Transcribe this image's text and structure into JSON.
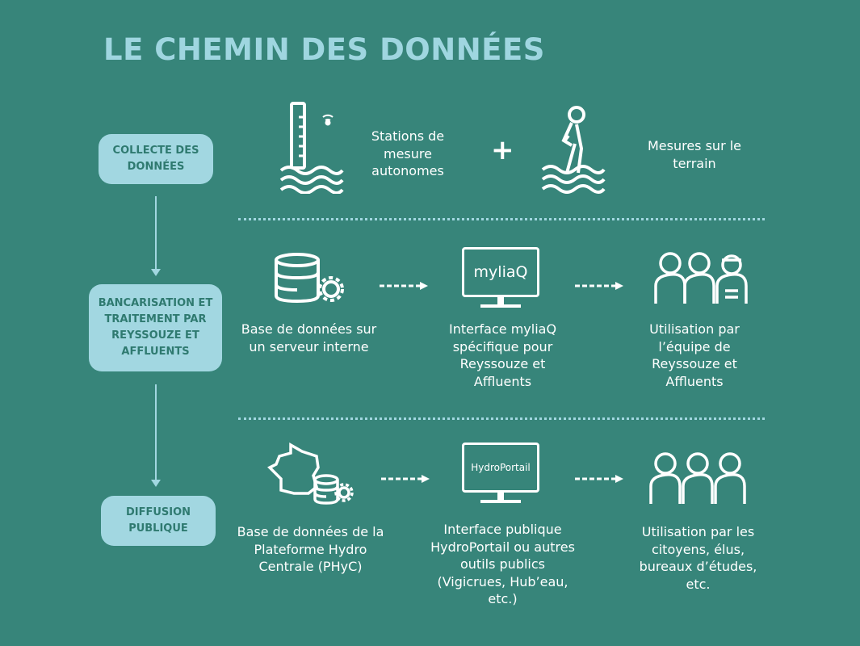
{
  "title": "LE CHEMIN DES DONNÉES",
  "stages": [
    {
      "label": "COLLECTE DES DONNÉES"
    },
    {
      "label": "BANCARISATION ET TRAITEMENT PAR REYSSOUZE ET AFFLUENTS"
    },
    {
      "label": "DIFFUSION PUBLIQUE"
    }
  ],
  "row1": {
    "station_label": "Stations de mesure autonomes",
    "plus": "+",
    "field_label": "Mesures sur le terrain"
  },
  "row2": {
    "db_label": "Base de données sur un serveur interne",
    "screen_text": "myliaQ",
    "interface_label": "Interface myliaQ spécifique pour Reyssouze et Affluents",
    "usage_label": "Utilisation par l’équipe de Reyssouze et Affluents"
  },
  "row3": {
    "db_label": "Base de données de la Plateforme Hydro Centrale (PHyC)",
    "screen_text": "HydroPortail",
    "interface_label": "Interface publique HydroPortail ou autres outils publics (Vigicrues, Hub’eau, etc.)",
    "usage_label": "Utilisation par les citoyens, élus, bureaux d’études, etc."
  },
  "colors": {
    "background": "#37857a",
    "accent": "#a2d7e1",
    "pill_text": "#2f7a70"
  }
}
